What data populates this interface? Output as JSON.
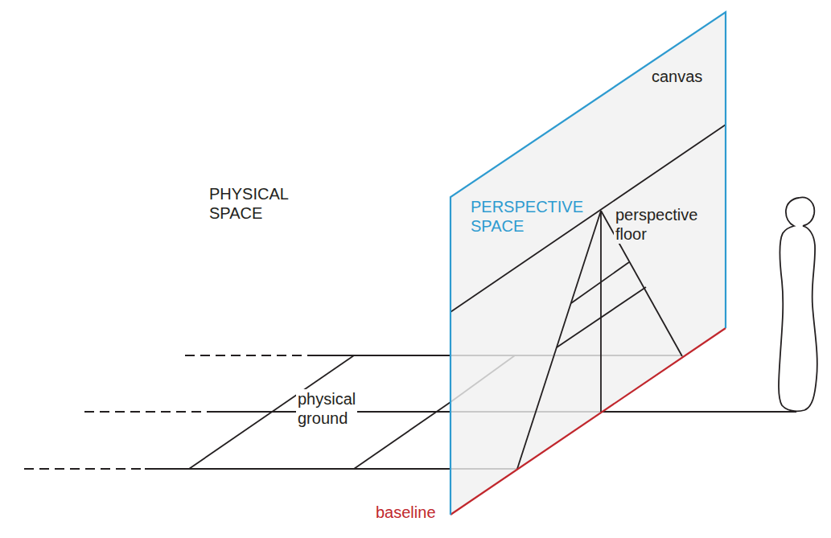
{
  "diagram": {
    "nodes": [
      {
        "text": [
          "canvas",
          "PERSPECTIVE SPACE",
          "perspective floor"
        ]
      }
    ],
    "labels": [
      "PHYSICAL SPACE",
      "physical ground",
      "baseline"
    ]
  }
}
